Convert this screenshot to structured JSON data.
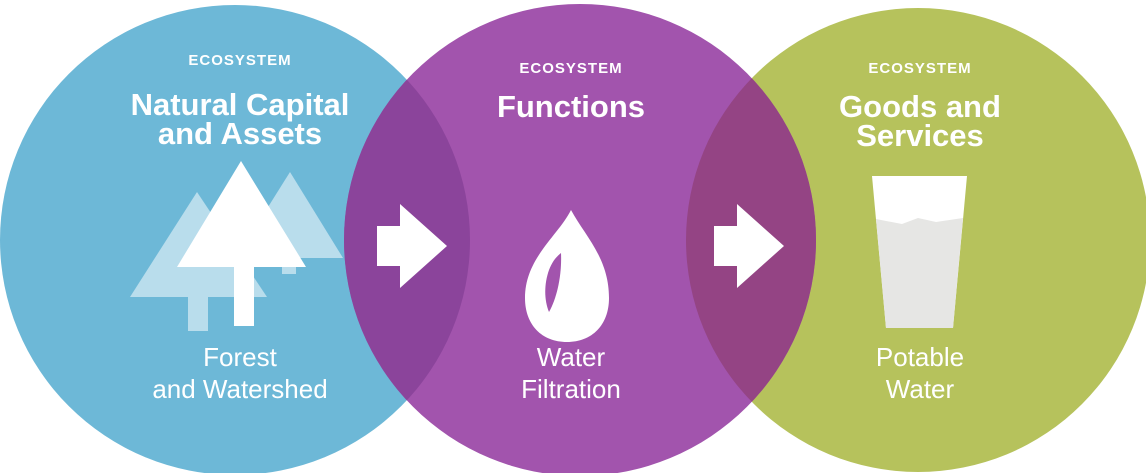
{
  "colors": {
    "left_circle": "#6db8d7",
    "middle_circle": "#a254ad",
    "right_circle": "#b6c25c",
    "overlap_left": "#8b449b",
    "overlap_right": "#944484",
    "pale_tree": "#b9ddec",
    "glass_fill": "#e6e6e4"
  },
  "stages": [
    {
      "eyebrow": "ECOSYSTEM",
      "title_line1": "Natural Capital",
      "title_line2": "and Assets",
      "caption_line1": "Forest",
      "caption_line2": "and Watershed",
      "icon": "trees-icon"
    },
    {
      "eyebrow": "ECOSYSTEM",
      "title_line1": "Functions",
      "title_line2": "",
      "caption_line1": "Water",
      "caption_line2": "Filtration",
      "icon": "water-drop-icon"
    },
    {
      "eyebrow": "ECOSYSTEM",
      "title_line1": "Goods and",
      "title_line2": "Services",
      "caption_line1": "Potable",
      "caption_line2": "Water",
      "icon": "water-glass-icon"
    }
  ],
  "arrows": [
    "arrow-right-icon",
    "arrow-right-icon"
  ]
}
